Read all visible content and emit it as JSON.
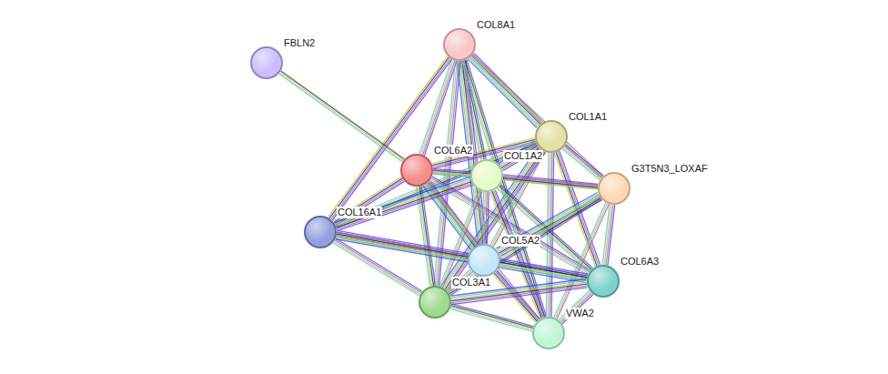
{
  "diagram": {
    "nodes": [
      {
        "text": [
          "COL8A1"
        ]
      },
      {
        "text": [
          "FBLN2"
        ]
      },
      {
        "text": [
          "COL1A1"
        ]
      },
      {
        "text": [
          "COL6A2"
        ]
      },
      {
        "text": [
          "COL1A2"
        ]
      },
      {
        "text": [
          "G3T5N3_LOXAF"
        ]
      },
      {
        "text": [
          "COL16A1"
        ]
      },
      {
        "text": [
          "COL5A2"
        ]
      },
      {
        "text": [
          "COL6A3"
        ]
      },
      {
        "text": [
          "COL3A1"
        ]
      },
      {
        "text": [
          "VWA2"
        ]
      }
    ],
    "edges": [
      {
        "from": 0,
        "to": 2,
        "arrow": "none"
      },
      {
        "from": 0,
        "to": 3,
        "arrow": "none"
      },
      {
        "from": 0,
        "to": 4,
        "arrow": "none"
      },
      {
        "from": 0,
        "to": 5,
        "arrow": "none"
      },
      {
        "from": 0,
        "to": 6,
        "arrow": "none"
      },
      {
        "from": 0,
        "to": 7,
        "arrow": "none"
      },
      {
        "from": 0,
        "to": 9,
        "arrow": "none"
      },
      {
        "from": 0,
        "to": 10,
        "arrow": "none"
      },
      {
        "from": 1,
        "to": 3,
        "arrow": "none"
      },
      {
        "from": 2,
        "to": 3,
        "arrow": "none"
      },
      {
        "from": 2,
        "to": 4,
        "arrow": "none"
      },
      {
        "from": 2,
        "to": 5,
        "arrow": "none"
      },
      {
        "from": 2,
        "to": 6,
        "arrow": "none"
      },
      {
        "from": 2,
        "to": 7,
        "arrow": "none"
      },
      {
        "from": 2,
        "to": 8,
        "arrow": "none"
      },
      {
        "from": 2,
        "to": 9,
        "arrow": "none"
      },
      {
        "from": 2,
        "to": 10,
        "arrow": "none"
      },
      {
        "from": 3,
        "to": 4,
        "arrow": "none"
      },
      {
        "from": 3,
        "to": 5,
        "arrow": "none"
      },
      {
        "from": 3,
        "to": 6,
        "arrow": "none"
      },
      {
        "from": 3,
        "to": 7,
        "arrow": "none"
      },
      {
        "from": 3,
        "to": 8,
        "arrow": "none"
      },
      {
        "from": 3,
        "to": 9,
        "arrow": "none"
      },
      {
        "from": 3,
        "to": 10,
        "arrow": "none"
      },
      {
        "from": 4,
        "to": 5,
        "arrow": "none"
      },
      {
        "from": 4,
        "to": 6,
        "arrow": "none"
      },
      {
        "from": 4,
        "to": 7,
        "arrow": "none"
      },
      {
        "from": 4,
        "to": 8,
        "arrow": "none"
      },
      {
        "from": 4,
        "to": 9,
        "arrow": "none"
      },
      {
        "from": 4,
        "to": 10,
        "arrow": "none"
      },
      {
        "from": 5,
        "to": 7,
        "arrow": "none"
      },
      {
        "from": 5,
        "to": 8,
        "arrow": "none"
      },
      {
        "from": 5,
        "to": 9,
        "arrow": "none"
      },
      {
        "from": 5,
        "to": 10,
        "arrow": "none"
      },
      {
        "from": 6,
        "to": 7,
        "arrow": "none"
      },
      {
        "from": 6,
        "to": 8,
        "arrow": "none"
      },
      {
        "from": 6,
        "to": 9,
        "arrow": "none"
      },
      {
        "from": 7,
        "to": 8,
        "arrow": "none"
      },
      {
        "from": 7,
        "to": 9,
        "arrow": "none"
      },
      {
        "from": 7,
        "to": 10,
        "arrow": "none"
      },
      {
        "from": 8,
        "to": 9,
        "arrow": "none"
      },
      {
        "from": 8,
        "to": 10,
        "arrow": "none"
      },
      {
        "from": 9,
        "to": 10,
        "arrow": "none"
      }
    ]
  }
}
